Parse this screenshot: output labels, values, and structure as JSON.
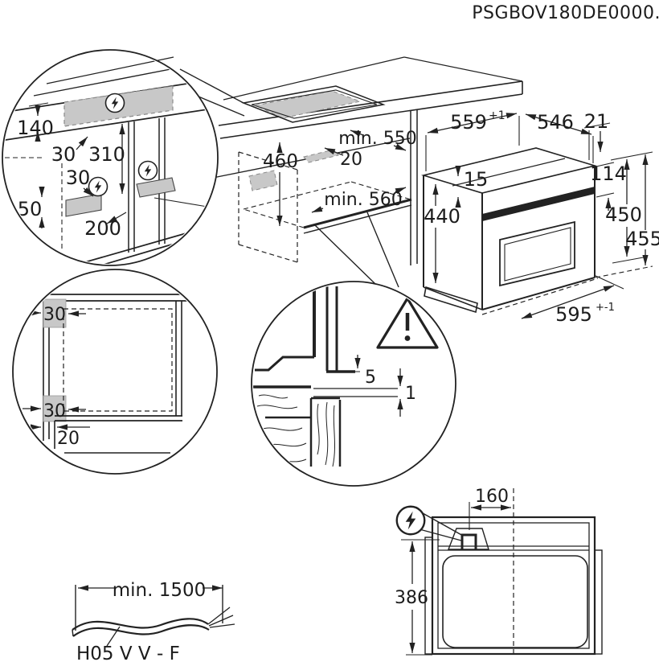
{
  "header": {
    "doc_code": "PSGBOV180DE0000."
  },
  "install_detail": {
    "d140": "140",
    "d30_top": "30",
    "d310": "310",
    "d30_mid": "30",
    "d50": "50",
    "d200": "200"
  },
  "niche": {
    "d460": "460",
    "min_depth": "min. 550",
    "d20": "20",
    "min_width": "min. 560"
  },
  "oven": {
    "w559": "559",
    "w559_tol": "+1",
    "d546": "546",
    "d21": "21",
    "d15": "15",
    "d114": "114",
    "h440": "440",
    "h450": "450",
    "h455": "455",
    "w595": "595",
    "w595_tol": "+-1"
  },
  "front_view": {
    "d30_top": "30",
    "d30_bottom": "30",
    "d20": "20"
  },
  "gap_detail": {
    "d5": "5",
    "d1": "1"
  },
  "top_view": {
    "d160": "160",
    "d386": "386"
  },
  "cable": {
    "min_length": "min. 1500",
    "type_label": "H05 V V - F"
  },
  "colors": {
    "line": "#222222",
    "zone_fill": "#c8c8c8",
    "background": "#ffffff"
  }
}
